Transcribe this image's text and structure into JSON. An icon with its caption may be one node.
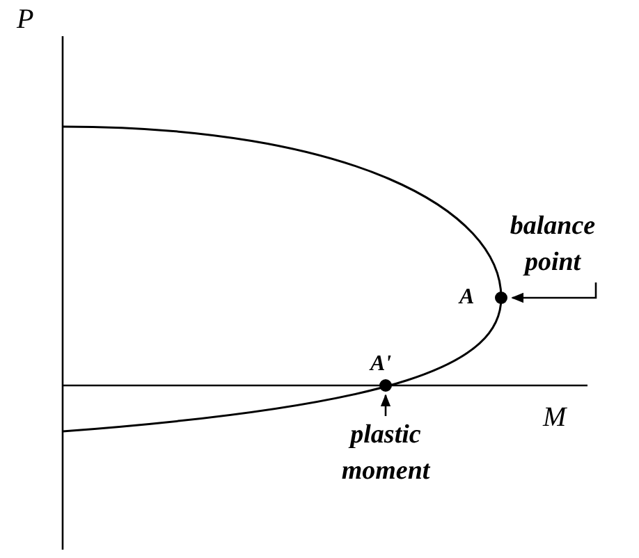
{
  "diagram": {
    "nodes": [
      {
        "text": [
          "balance point"
        ]
      },
      {
        "text": [],
        "shape": "circle"
      },
      {
        "text": [
          "plastic moment"
        ]
      },
      {
        "text": [],
        "shape": "circle"
      }
    ],
    "edges": [
      {
        "from": 0,
        "to": 1,
        "arrow": "to"
      },
      {
        "from": 2,
        "to": 3,
        "arrow": "to"
      }
    ],
    "labels": [
      "P",
      "A",
      "A'",
      "M"
    ]
  }
}
